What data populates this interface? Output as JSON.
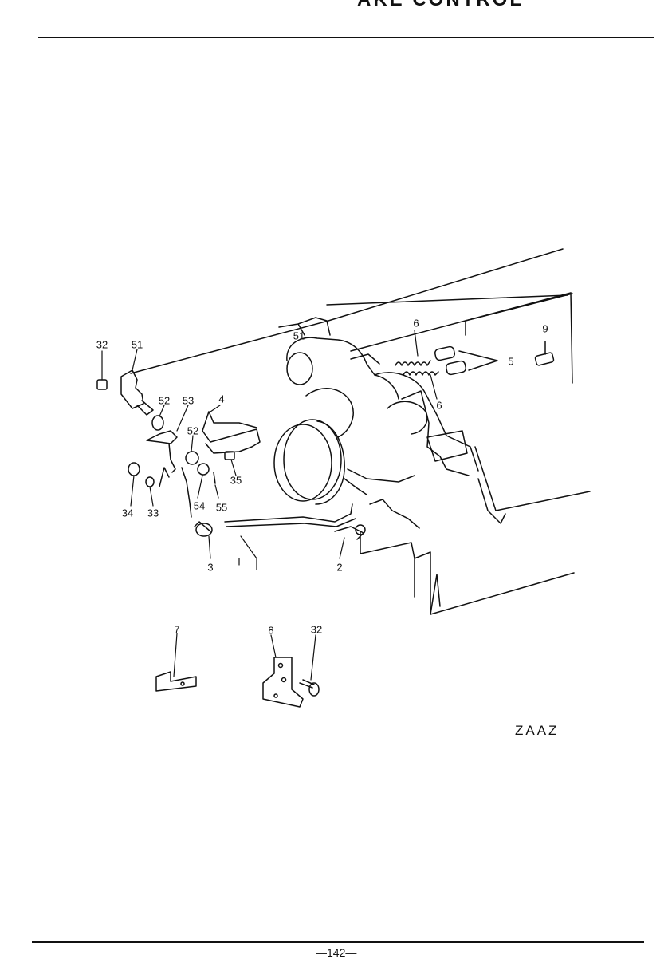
{
  "header": {
    "title": "AKE CONTROL"
  },
  "callouts": [
    {
      "id": "32a",
      "label": "32"
    },
    {
      "id": "51",
      "label": "51"
    },
    {
      "id": "52a",
      "label": "52"
    },
    {
      "id": "53",
      "label": "53"
    },
    {
      "id": "4",
      "label": "4"
    },
    {
      "id": "52b",
      "label": "52"
    },
    {
      "id": "35",
      "label": "35"
    },
    {
      "id": "34",
      "label": "34"
    },
    {
      "id": "33",
      "label": "33"
    },
    {
      "id": "54",
      "label": "54"
    },
    {
      "id": "55",
      "label": "55"
    },
    {
      "id": "3",
      "label": "3"
    },
    {
      "id": "2",
      "label": "2"
    },
    {
      "id": "6a",
      "label": "6"
    },
    {
      "id": "6b",
      "label": "6"
    },
    {
      "id": "5",
      "label": "5"
    },
    {
      "id": "9",
      "label": "9"
    },
    {
      "id": "51b",
      "label": "51"
    },
    {
      "id": "7",
      "label": "7"
    },
    {
      "id": "8",
      "label": "8"
    },
    {
      "id": "32b",
      "label": "32"
    }
  ],
  "figure_code": "ZAAZ",
  "page_number": "—142—"
}
